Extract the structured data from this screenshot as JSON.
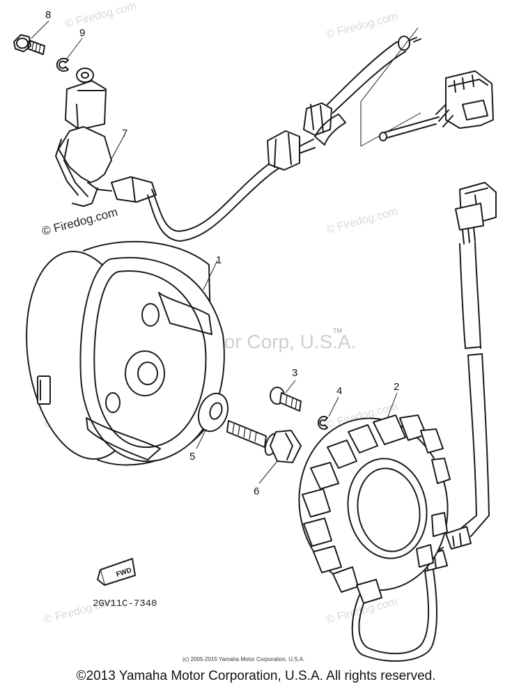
{
  "callouts": {
    "c1": "1",
    "c2": "2",
    "c3": "3",
    "c4": "4",
    "c5": "5",
    "c6": "6",
    "c7": "7",
    "c8": "8",
    "c9": "9"
  },
  "watermark": {
    "site": "© Firedog.com",
    "site_dark": "© Firedog.com",
    "brand": "Yamaha Motor Corp, U.S.A.",
    "tm": "TM"
  },
  "fwd_label": "FWD",
  "part_code": "2GV11C-7340",
  "small_copyright": "(c) 2005-2015 Yamaha Motor Corporation, U.S.A.",
  "footer": "©2013 Yamaha Motor Corporation, U.S.A. All rights reserved."
}
